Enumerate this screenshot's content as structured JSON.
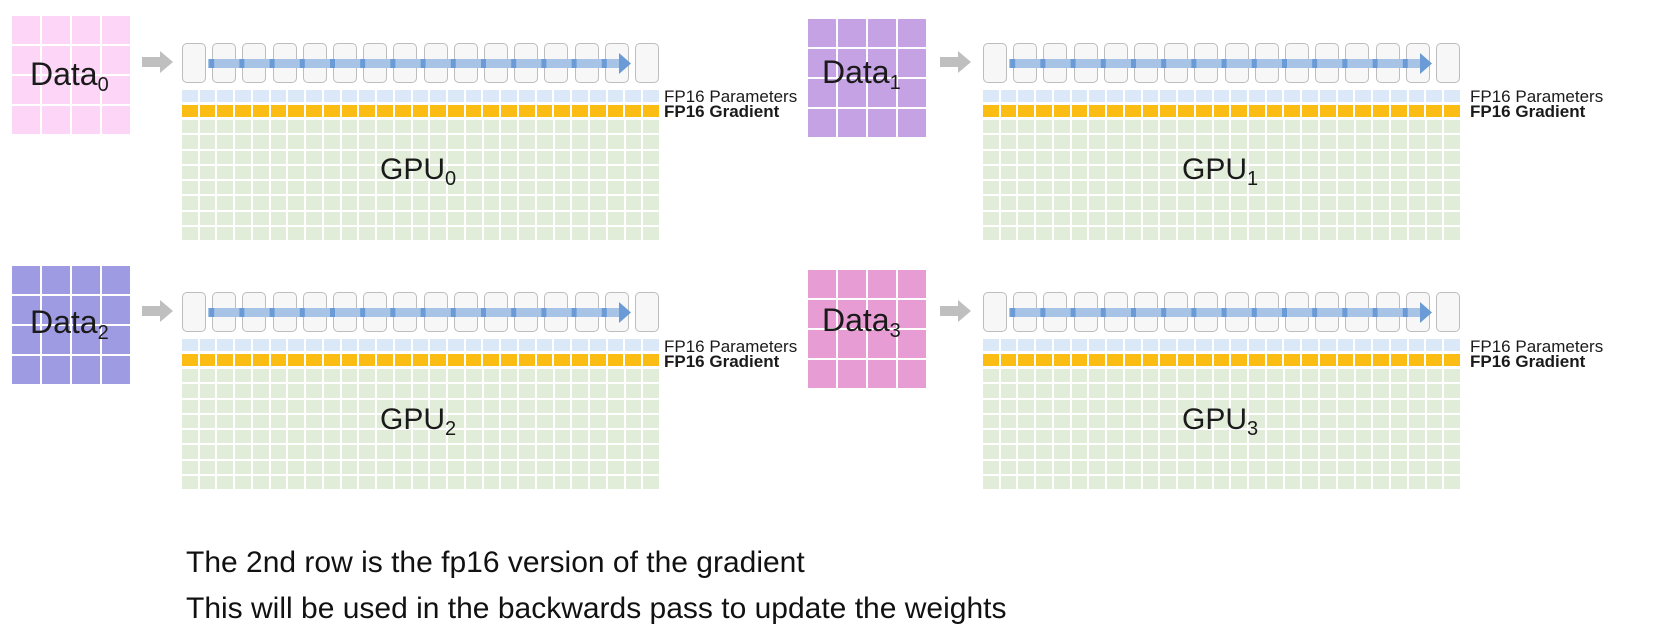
{
  "panels": [
    {
      "data_base": "Data",
      "data_sub": "0",
      "gpu_base": "GPU",
      "gpu_sub": "0",
      "data_color": "#fdd5f7",
      "params_label": "FP16 Parameters",
      "grad_label": "FP16 Gradient"
    },
    {
      "data_base": "Data",
      "data_sub": "1",
      "gpu_base": "GPU",
      "gpu_sub": "1",
      "data_color": "#c4a2e3",
      "params_label": "FP16 Parameters",
      "grad_label": "FP16 Gradient"
    },
    {
      "data_base": "Data",
      "data_sub": "2",
      "gpu_base": "GPU",
      "gpu_sub": "2",
      "data_color": "#9f9be3",
      "params_label": "FP16 Parameters",
      "grad_label": "FP16 Gradient"
    },
    {
      "data_base": "Data",
      "data_sub": "3",
      "gpu_base": "GPU",
      "gpu_sub": "3",
      "data_color": "#e79dd4",
      "params_label": "FP16 Parameters",
      "grad_label": "FP16 Gradient"
    }
  ],
  "caption": {
    "line1": "The 2nd row is the fp16 version of the gradient",
    "line2": "This will be used in the backwards pass to update the weights"
  },
  "colors": {
    "params": "#dbe8f7",
    "gradient": "#fbbd14",
    "memory": "#e2edd9",
    "flow_arrow": "#a7c4e6",
    "flow_arrow_stroke": "#6a9bd6",
    "input_arrow": "#bfbfbf"
  }
}
